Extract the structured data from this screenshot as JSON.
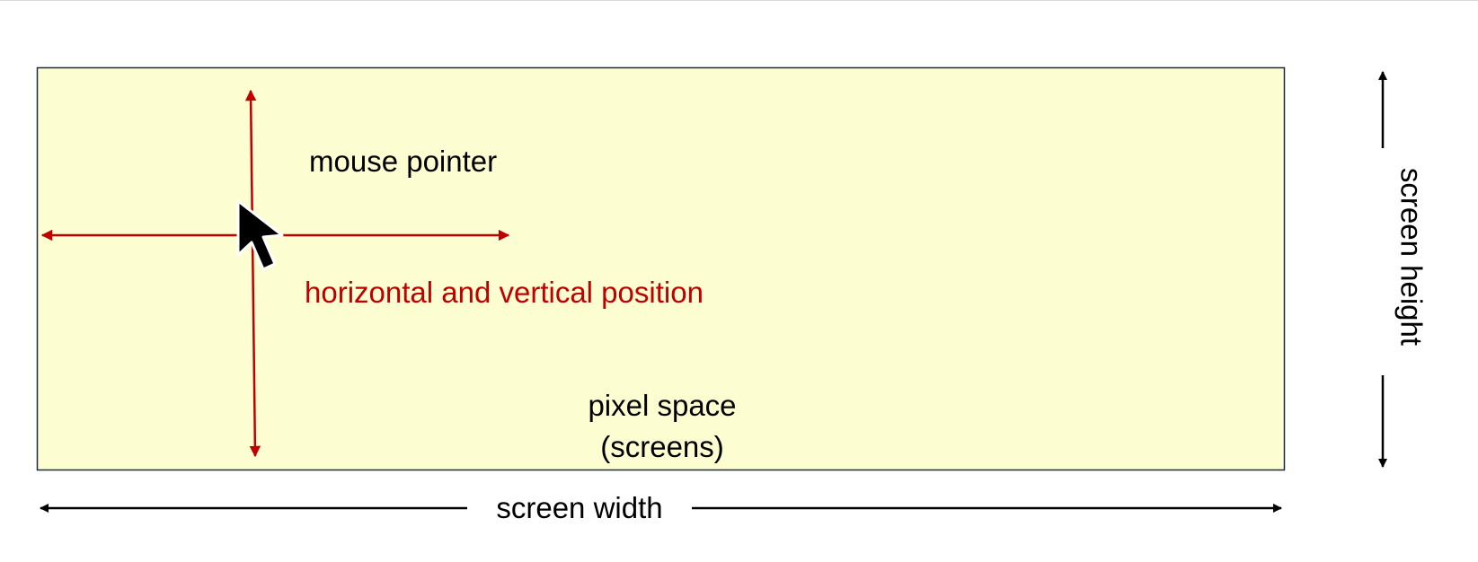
{
  "labels": {
    "mouse_pointer": "mouse pointer",
    "position": "horizontal and vertical position",
    "pixel_space_line1": "pixel space",
    "pixel_space_line2": "(screens)",
    "screen_width": "screen width",
    "screen_height": "screen height"
  },
  "colors": {
    "screen_fill": "#fcfdd0",
    "screen_border": "#1f2a44",
    "position_axes": "#c00000",
    "dimension_arrows": "#000000",
    "pointer": "#000000"
  },
  "icons": {
    "pointer": "mouse-pointer-icon"
  }
}
